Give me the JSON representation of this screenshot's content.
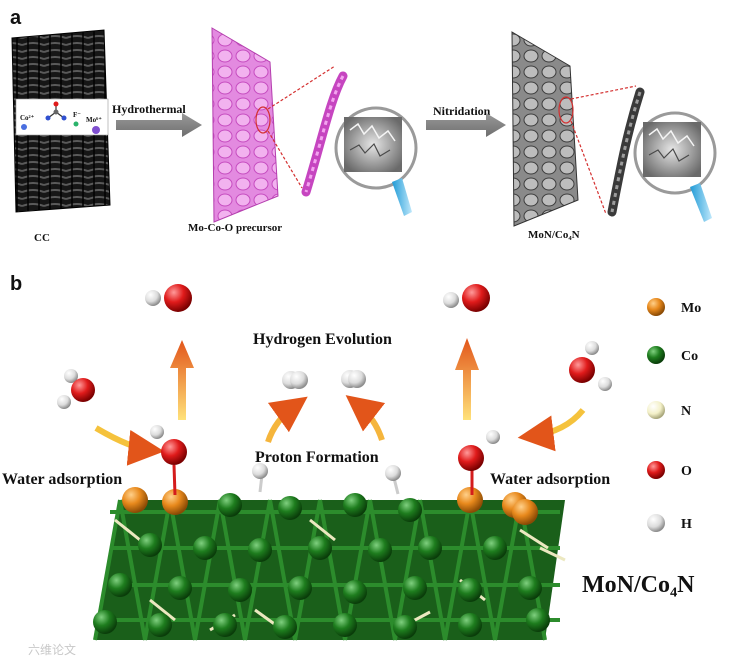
{
  "panel_a": {
    "letter": "a",
    "cc_label": "CC",
    "inset_title": "urea",
    "ion_co": "Co²⁺",
    "ion_f": "F⁻",
    "ion_mo": "Mo⁶⁺",
    "step1": "Hydrothermal",
    "precursor_label": "Mo-Co-O precursor",
    "step2": "Nitridation",
    "product_label": "MoN/Co₄N"
  },
  "panel_b": {
    "letter": "b",
    "hydrogen_evolution": "Hydrogen Evolution",
    "proton_formation": "Proton Formation",
    "water_adsorption_left": "Water adsorption",
    "water_adsorption_right": "Water adsorption",
    "material_label": "MoN/Co₄N"
  },
  "legend": [
    {
      "label": "Mo",
      "color": "#e8891c"
    },
    {
      "label": "Co",
      "color": "#1e7d1e"
    },
    {
      "label": "N",
      "color": "#f3f0c8"
    },
    {
      "label": "O",
      "color": "#e01b1b"
    },
    {
      "label": "H",
      "color": "#f2f2f2"
    }
  ],
  "watermark": "六维论文"
}
